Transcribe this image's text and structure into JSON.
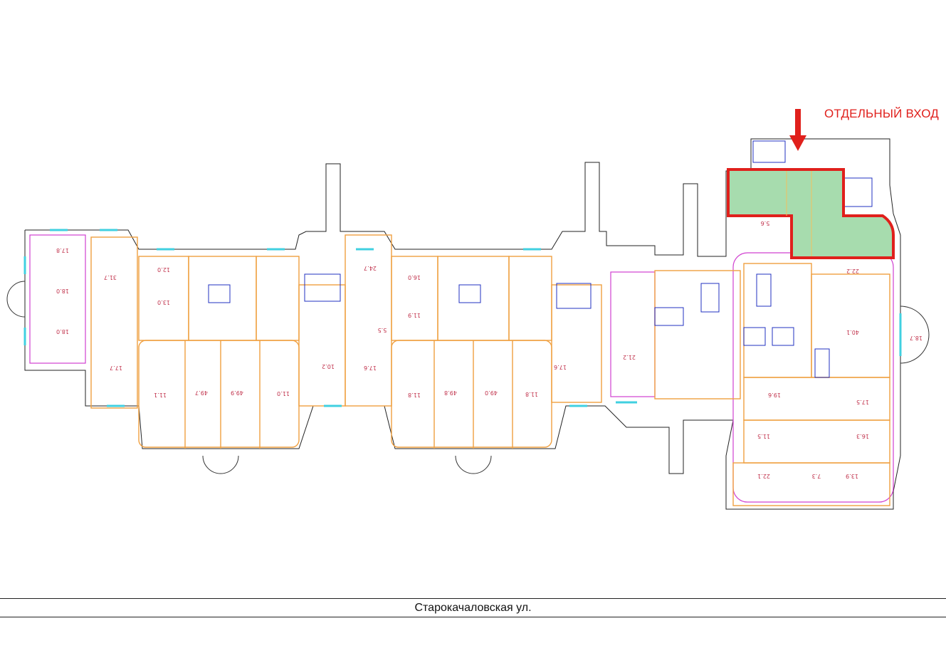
{
  "annotation": {
    "label": "ОТДЕЛЬНЫЙ ВХОД",
    "color": "#e0201c"
  },
  "street": {
    "name": "Старокачаловская ул."
  },
  "highlight": {
    "fill": "#a7dcae",
    "border": "#e0201c"
  },
  "rooms": [
    "17.8",
    "18.0",
    "18.0",
    "31.7",
    "12.0",
    "13.0",
    "17.7",
    "11.1",
    "49.7",
    "49.9",
    "11.0",
    "10.2",
    "24.7",
    "16.0",
    "11.9",
    "5.5",
    "17.6",
    "11.8",
    "49.8",
    "49.0",
    "11.8",
    "17.6",
    "21.2",
    "22.2",
    "40.1",
    "17.5",
    "19.6",
    "11.5",
    "16.3",
    "22.1",
    "7.3",
    "13.9",
    "5.6",
    "18.7"
  ],
  "colors": {
    "wall": "#f0a040",
    "outer": "#d040d0",
    "window": "#40d0e0",
    "stairs": "#2030c0",
    "fixtures": "#30b040"
  }
}
